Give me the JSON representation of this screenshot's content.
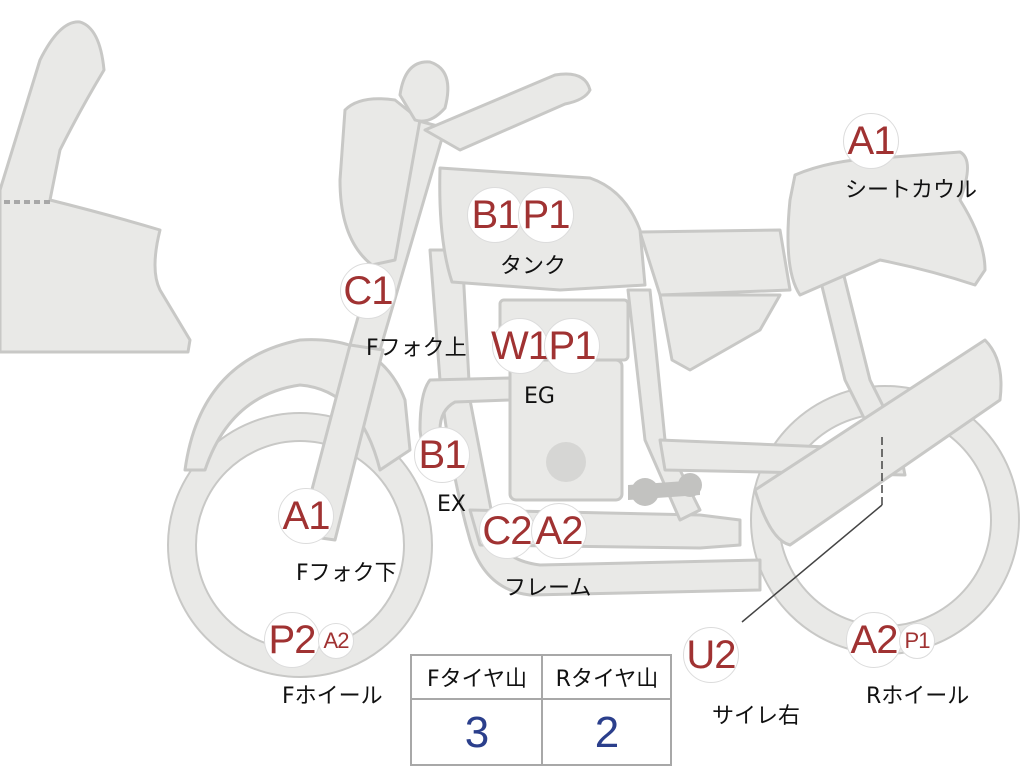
{
  "colors": {
    "body_fill": "#e9e9e7",
    "body_stroke": "#c8c8c6",
    "badge_text": "#a03232",
    "value_text": "#2b3f8c"
  },
  "parts": [
    {
      "id": "cowl-front",
      "badges": [],
      "label": ""
    },
    {
      "id": "seat-cowl",
      "badges": [
        "A1"
      ],
      "label": "シートカウル"
    },
    {
      "id": "tank",
      "badges": [
        "B1",
        "P1"
      ],
      "label": "タンク"
    },
    {
      "id": "fork-upper",
      "badges": [
        "C1"
      ],
      "label": "Fフォク上"
    },
    {
      "id": "engine",
      "badges": [
        "W1",
        "P1"
      ],
      "label": "EG"
    },
    {
      "id": "exhaust",
      "badges": [
        "B1"
      ],
      "label": "EX"
    },
    {
      "id": "fork-lower",
      "badges": [
        "A1"
      ],
      "label": "Fフォク下"
    },
    {
      "id": "frame",
      "badges": [
        "C2",
        "A2"
      ],
      "label": "フレーム"
    },
    {
      "id": "front-wheel",
      "badges": [
        "P2",
        "A2"
      ],
      "label": "Fホイール"
    },
    {
      "id": "muffler-right",
      "badges": [
        "U2"
      ],
      "label": "サイレ右"
    },
    {
      "id": "rear-wheel",
      "badges": [
        "A2",
        "P1"
      ],
      "label": "Rホイール"
    }
  ],
  "tire_table": {
    "headers": [
      "Fタイヤ山",
      "Rタイヤ山"
    ],
    "values": [
      "3",
      "2"
    ]
  }
}
